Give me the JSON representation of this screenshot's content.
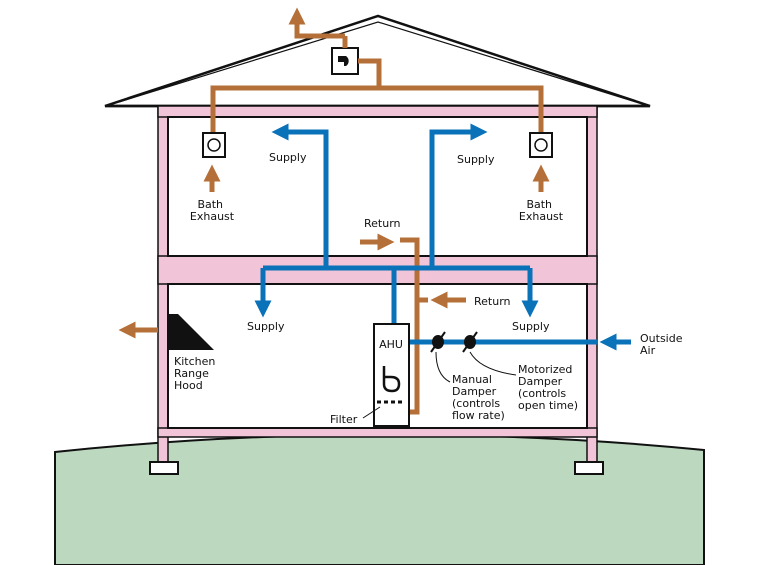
{
  "labels": {
    "supply_upper_left": "Supply",
    "supply_upper_right": "Supply",
    "supply_lower_left": "Supply",
    "supply_lower_right": "Supply",
    "bath_exhaust_left": [
      "Bath",
      "Exhaust"
    ],
    "bath_exhaust_right": [
      "Bath",
      "Exhaust"
    ],
    "return_upper": "Return",
    "return_lower": "Return",
    "ahu": "AHU",
    "filter": "Filter",
    "kitchen_range_hood": [
      "Kitchen",
      "Range",
      "Hood"
    ],
    "manual_damper": [
      "Manual",
      "Damper",
      "(controls",
      "flow rate)"
    ],
    "motorized_damper": [
      "Motorized",
      "Damper",
      "(controls",
      "open time)"
    ],
    "outside_air": [
      "Outside",
      "Air"
    ]
  },
  "colors": {
    "supply_duct": "#0a72b9",
    "exhaust_duct": "#b5703a",
    "wall_frame": "#f2c4d8",
    "outline": "#111111",
    "ground": "#bcd8bf"
  }
}
